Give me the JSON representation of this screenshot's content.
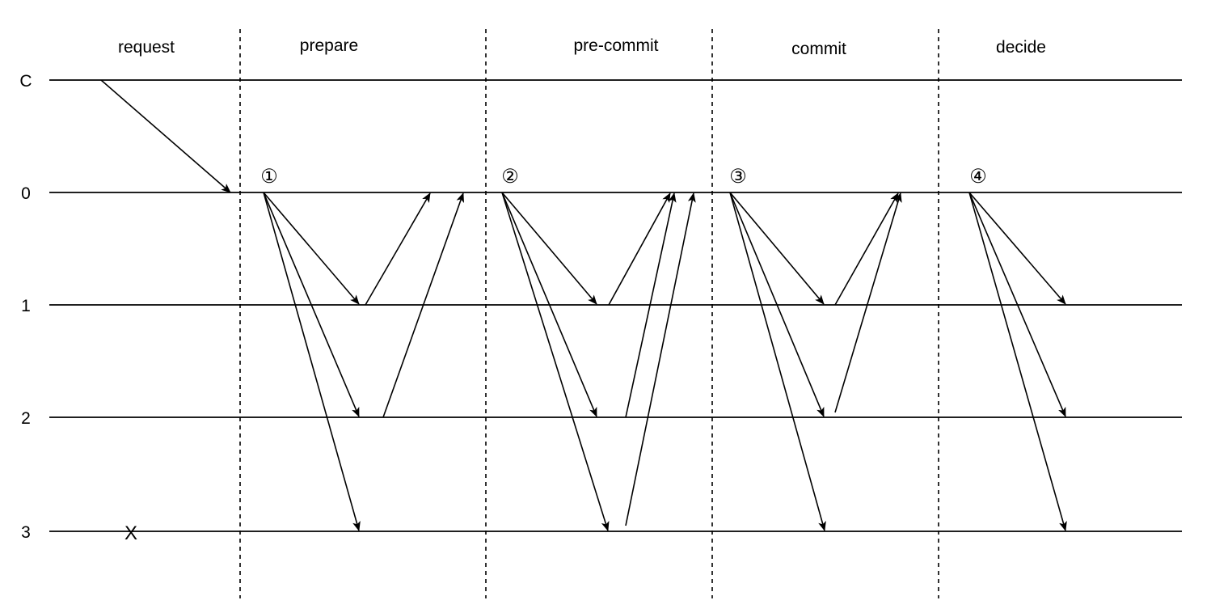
{
  "phases": [
    {
      "id": "request",
      "label": "request"
    },
    {
      "id": "prepare",
      "label": "prepare"
    },
    {
      "id": "pre-commit",
      "label": "pre-commit"
    },
    {
      "id": "commit",
      "label": "commit"
    },
    {
      "id": "decide",
      "label": "decide"
    }
  ],
  "nodes": [
    {
      "id": "C",
      "label": "C"
    },
    {
      "id": "0",
      "label": "0"
    },
    {
      "id": "1",
      "label": "1"
    },
    {
      "id": "2",
      "label": "2"
    },
    {
      "id": "3",
      "label": "3"
    }
  ],
  "steps": [
    {
      "id": "step-1",
      "label": "①"
    },
    {
      "id": "step-2",
      "label": "②"
    },
    {
      "id": "step-3",
      "label": "③"
    },
    {
      "id": "step-4",
      "label": "④"
    }
  ],
  "crash": {
    "node": "3",
    "label": "X"
  },
  "messages": [
    {
      "phase": "request",
      "from": "C",
      "to": "0",
      "arrow": true
    },
    {
      "phase": "prepare",
      "from": "0",
      "to": "1",
      "arrow": true
    },
    {
      "phase": "prepare",
      "from": "0",
      "to": "2",
      "arrow": true
    },
    {
      "phase": "prepare",
      "from": "0",
      "to": "3",
      "arrow": true
    },
    {
      "phase": "prepare",
      "from": "1",
      "to": "0",
      "arrow": true
    },
    {
      "phase": "prepare",
      "from": "2",
      "to": "0",
      "arrow": true
    },
    {
      "phase": "pre-commit",
      "from": "0",
      "to": "1",
      "arrow": true
    },
    {
      "phase": "pre-commit",
      "from": "0",
      "to": "2",
      "arrow": true
    },
    {
      "phase": "pre-commit",
      "from": "0",
      "to": "3",
      "arrow": true
    },
    {
      "phase": "pre-commit",
      "from": "1",
      "to": "0",
      "arrow": true
    },
    {
      "phase": "pre-commit",
      "from": "2",
      "to": "0",
      "arrow": true
    },
    {
      "phase": "pre-commit",
      "from": "3",
      "to": "0",
      "arrow": true
    },
    {
      "phase": "commit",
      "from": "0",
      "to": "1",
      "arrow": true
    },
    {
      "phase": "commit",
      "from": "0",
      "to": "2",
      "arrow": true
    },
    {
      "phase": "commit",
      "from": "0",
      "to": "3",
      "arrow": true
    },
    {
      "phase": "commit",
      "from": "1",
      "to": "0",
      "arrow": true
    },
    {
      "phase": "commit",
      "from": "2",
      "to": "0",
      "arrow": true
    },
    {
      "phase": "decide",
      "from": "0",
      "to": "1",
      "arrow": true
    },
    {
      "phase": "decide",
      "from": "0",
      "to": "2",
      "arrow": true
    },
    {
      "phase": "decide",
      "from": "0",
      "to": "3",
      "arrow": true
    }
  ]
}
